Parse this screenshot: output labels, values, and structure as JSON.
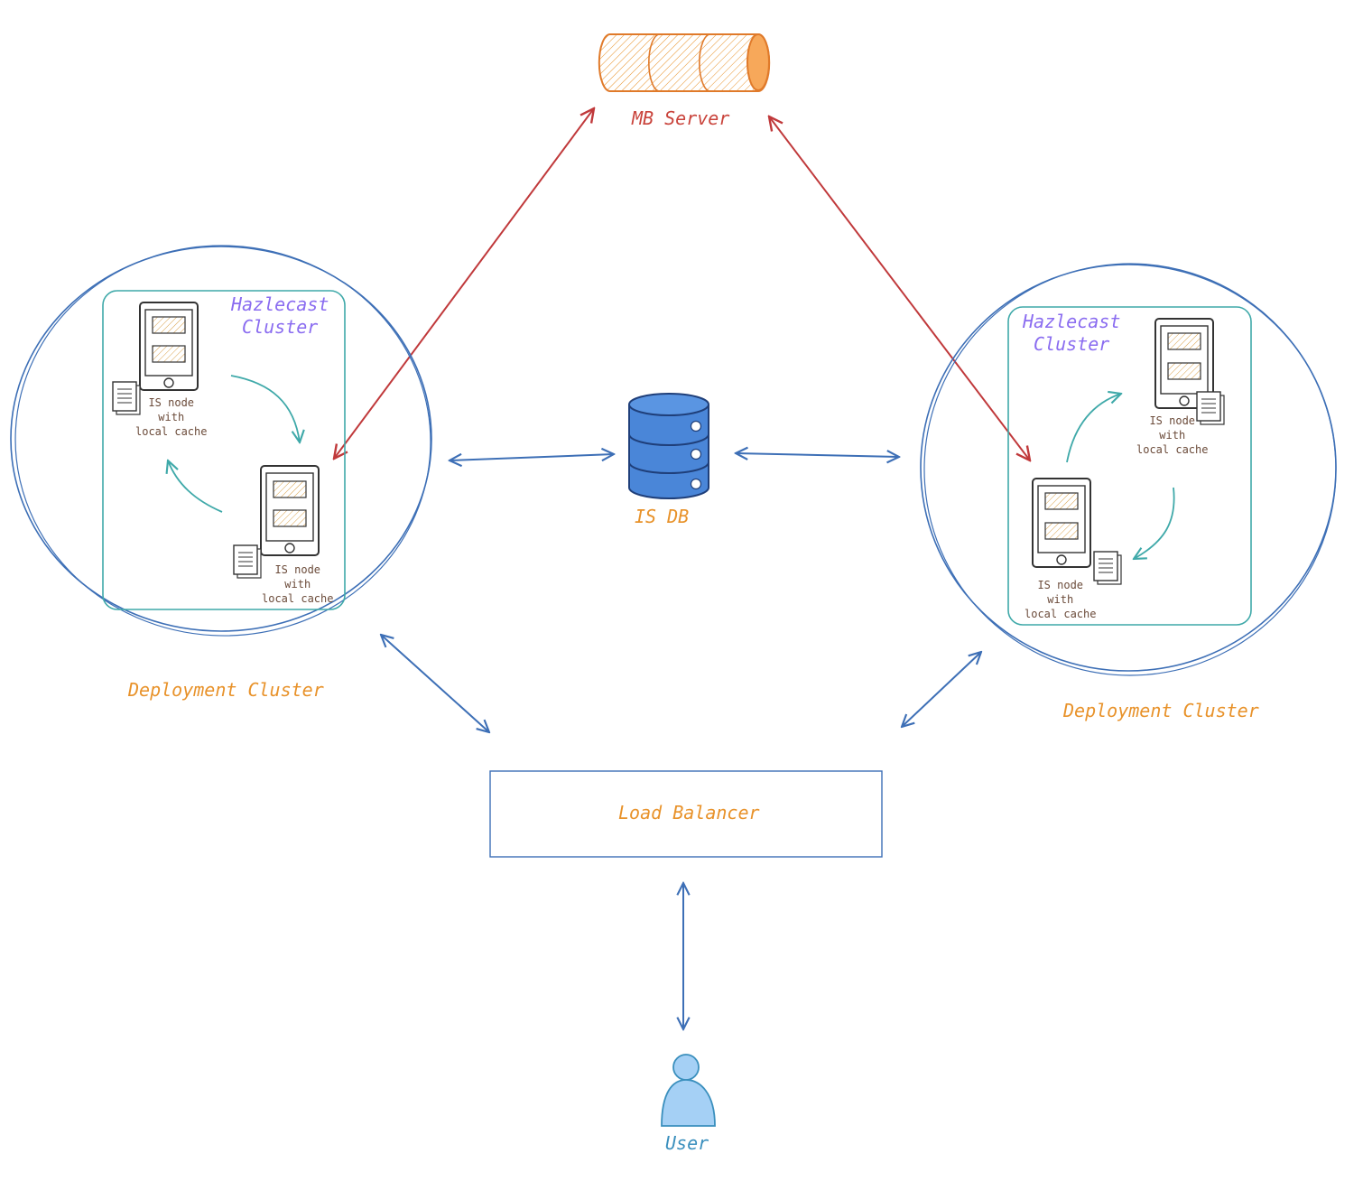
{
  "mb_server": {
    "label": "MB Server"
  },
  "is_db": {
    "label": "IS DB"
  },
  "load_balancer": {
    "label": "Load Balancer"
  },
  "user": {
    "label": "User"
  },
  "clusters": [
    {
      "deployment_label": "Deployment Cluster",
      "hazlecast_label_line1": "Hazlecast",
      "hazlecast_label_line2": "Cluster",
      "nodes": [
        {
          "line1": "IS node",
          "line2": "with",
          "line3": "local cache"
        },
        {
          "line1": "IS node",
          "line2": "with",
          "line3": "local cache"
        }
      ]
    },
    {
      "deployment_label": "Deployment Cluster",
      "hazlecast_label_line1": "Hazlecast",
      "hazlecast_label_line2": "Cluster",
      "nodes": [
        {
          "line1": "IS node",
          "line2": "with",
          "line3": "local cache"
        },
        {
          "line1": "IS node",
          "line2": "with",
          "line3": "local cache"
        }
      ]
    }
  ],
  "colors": {
    "blue_line": "#3d6fb6",
    "red_line": "#c0393b",
    "teal": "#3fa9a9",
    "orange": "#e8922a",
    "db_blue": "#4a86d8",
    "user_blue": "#a5d0f5"
  },
  "icons": [
    "cylinder-icon",
    "database-icon",
    "tablet-icon",
    "document-icon",
    "user-icon"
  ]
}
